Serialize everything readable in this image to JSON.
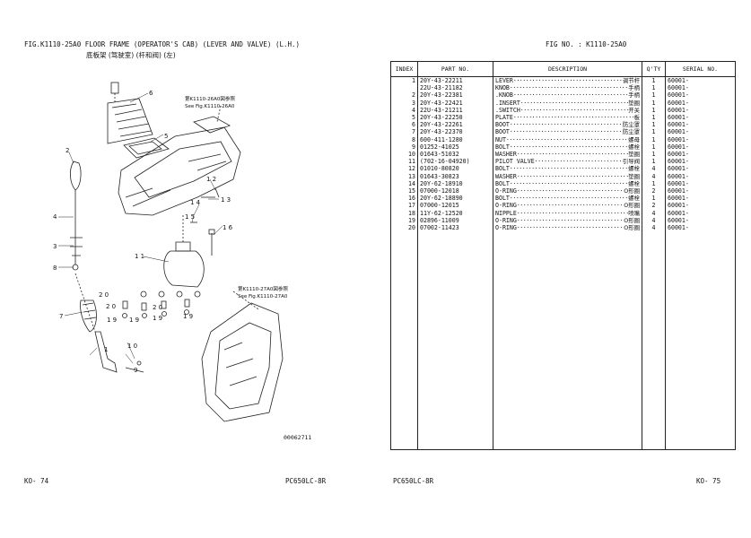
{
  "left_page": {
    "header_line1": "FIG.K1110-25A0    FLOOR FRAME (OPERATOR'S CAB) (LEVER AND VALVE) (L.H.)",
    "header_line2": "底板架 (驾驶室) (杆和阀) (左)",
    "ref_note_top": [
      "第K1110-26A0図参照",
      "See Fig.K1110-26A0"
    ],
    "ref_note_mid": [
      "第K1110-27A0図参照",
      "See Fig.K1110-27A0"
    ],
    "callouts": [
      "1",
      "2",
      "3",
      "4",
      "5",
      "6",
      "7",
      "8",
      "9",
      "10",
      "11",
      "12",
      "13",
      "14",
      "15",
      "16",
      "19",
      "19",
      "19",
      "19",
      "20",
      "20",
      "20"
    ],
    "drawing_id": "00062711",
    "page_id": "KO-   74",
    "model": "PC650LC-8R"
  },
  "right_page": {
    "fig_no": "FIG NO.  : K1110-25A0",
    "columns": [
      "INDEX",
      "PART  NO.",
      "DESCRIPTION",
      "Q'TY",
      "SERIAL NO."
    ],
    "rows": [
      {
        "index": "1",
        "part_no": "20Y-43-22211",
        "desc": "LEVER",
        "desc_cn": "调节杆",
        "qty": "1",
        "serial": "60001-"
      },
      {
        "index": "",
        "part_no": "22U-43-21182",
        "desc": "KNOB",
        "desc_cn": "手柄",
        "qty": "1",
        "serial": "60001-"
      },
      {
        "index": "2",
        "part_no": "20Y-43-22381",
        "desc": ".KNOB",
        "desc_cn": "手柄",
        "qty": "1",
        "serial": "60001-"
      },
      {
        "index": "3",
        "part_no": "20Y-43-22421",
        "desc": ".INSERT",
        "desc_cn": "垫圈",
        "qty": "1",
        "serial": "60001-"
      },
      {
        "index": "4",
        "part_no": "22U-43-21211",
        "desc": ".SWITCH",
        "desc_cn": "开关",
        "qty": "1",
        "serial": "60001-"
      },
      {
        "index": "5",
        "part_no": "20Y-43-22250",
        "desc": "PLATE",
        "desc_cn": "板",
        "qty": "1",
        "serial": "60001-"
      },
      {
        "index": "6",
        "part_no": "20Y-43-22261",
        "desc": "BOOT",
        "desc_cn": "防尘罩",
        "qty": "1",
        "serial": "60001-"
      },
      {
        "index": "7",
        "part_no": "20Y-43-22370",
        "desc": "BOOT",
        "desc_cn": "防尘罩",
        "qty": "1",
        "serial": "60001-"
      },
      {
        "index": "8",
        "part_no": "600-411-1280",
        "desc": "NUT",
        "desc_cn": "螺母",
        "qty": "1",
        "serial": "60001-"
      },
      {
        "index": "9",
        "part_no": "01252-41025",
        "desc": "BOLT",
        "desc_cn": "螺栓",
        "qty": "1",
        "serial": "60001-"
      },
      {
        "index": "10",
        "part_no": "01643-51032",
        "desc": "WASHER",
        "desc_cn": "垫圈",
        "qty": "1",
        "serial": "60001-"
      },
      {
        "index": "11",
        "part_no": "(702-16-04920)",
        "desc": "PILOT VALVE",
        "desc_cn": "引导阀",
        "qty": "1",
        "serial": "60001-"
      },
      {
        "index": "12",
        "part_no": "01010-80820",
        "desc": "BOLT",
        "desc_cn": "螺栓",
        "qty": "4",
        "serial": "60001-"
      },
      {
        "index": "13",
        "part_no": "01643-30823",
        "desc": "WASHER",
        "desc_cn": "垫圈",
        "qty": "4",
        "serial": "60001-"
      },
      {
        "index": "14",
        "part_no": "20Y-62-18910",
        "desc": "BOLT",
        "desc_cn": "螺栓",
        "qty": "1",
        "serial": "60001-"
      },
      {
        "index": "15",
        "part_no": "07000-12018",
        "desc": "O-RING",
        "desc_cn": "O形圈",
        "qty": "2",
        "serial": "60001-"
      },
      {
        "index": "16",
        "part_no": "20Y-62-18890",
        "desc": "BOLT",
        "desc_cn": "螺栓",
        "qty": "1",
        "serial": "60001-"
      },
      {
        "index": "17",
        "part_no": "07000-12015",
        "desc": "O-RING",
        "desc_cn": "O形圈",
        "qty": "2",
        "serial": "60001-"
      },
      {
        "index": "18",
        "part_no": "11Y-62-12520",
        "desc": "NIPPLE",
        "desc_cn": "喷嘴",
        "qty": "4",
        "serial": "60001-"
      },
      {
        "index": "19",
        "part_no": "02896-11009",
        "desc": "O-RING",
        "desc_cn": "O形圈",
        "qty": "4",
        "serial": "60001-"
      },
      {
        "index": "20",
        "part_no": "07002-11423",
        "desc": "O-RING",
        "desc_cn": "O形圈",
        "qty": "4",
        "serial": "60001-"
      }
    ],
    "model": "PC650LC-8R",
    "page_id": "KO-   75"
  }
}
